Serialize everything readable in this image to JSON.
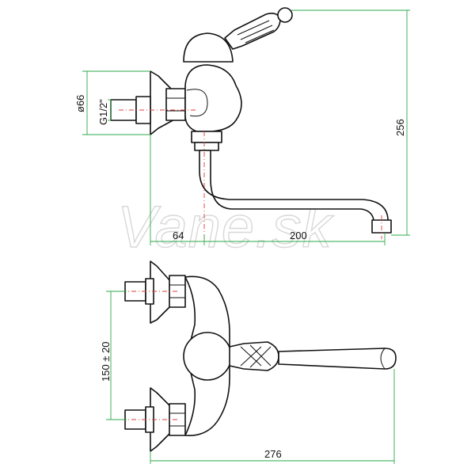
{
  "watermark": "Vane.sk",
  "dimensions": {
    "diameter": "ø66",
    "thread": "G1/2\"",
    "height": "256",
    "offset": "64",
    "reach": "200",
    "spacing": "150 ± 20",
    "overall_length": "276"
  },
  "colors": {
    "outline": "#111111",
    "dimension_lines": "#2ea84a",
    "center_lines": "#e23b3b",
    "watermark": "#d8d8d8"
  }
}
